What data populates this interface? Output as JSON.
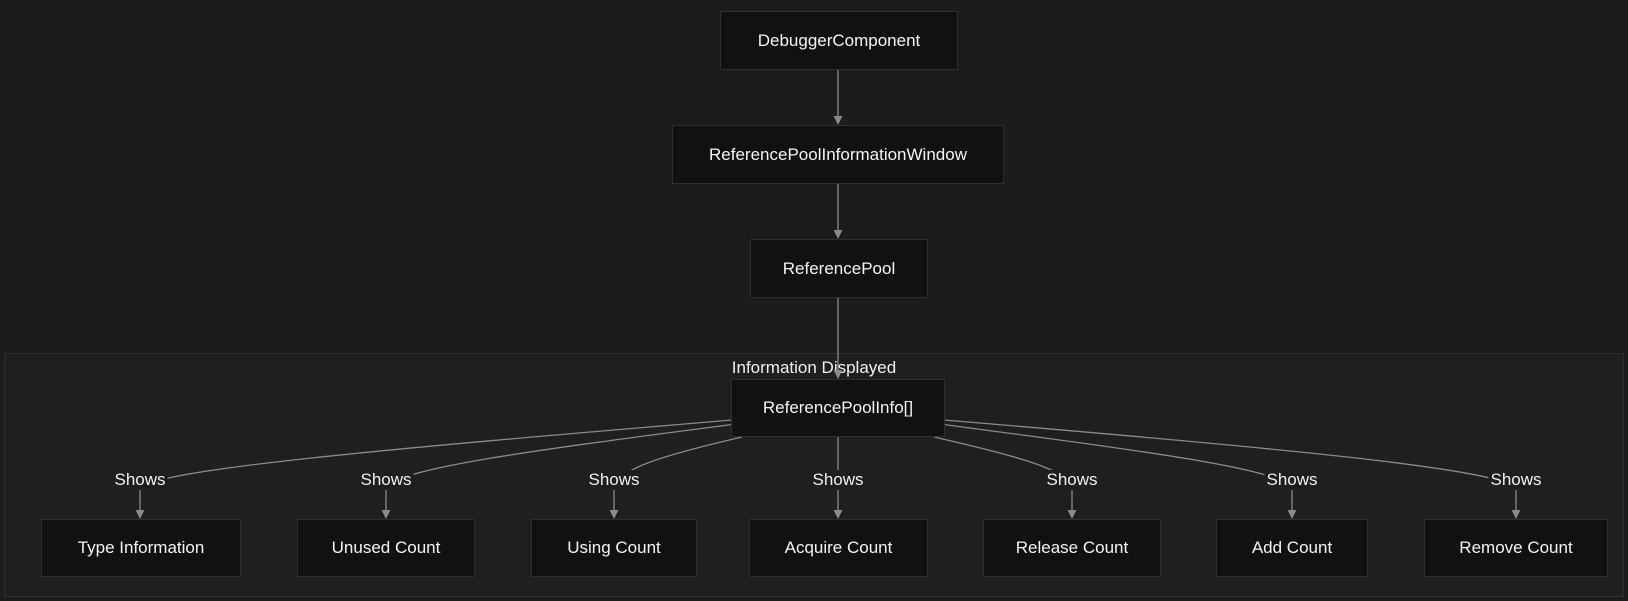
{
  "diagram": {
    "nodes": {
      "debugger_component": "DebuggerComponent",
      "reference_pool_information_window": "ReferencePoolInformationWindow",
      "reference_pool": "ReferencePool",
      "reference_pool_info": "ReferencePoolInfo[]",
      "type_information": "Type Information",
      "unused_count": "Unused Count",
      "using_count": "Using Count",
      "acquire_count": "Acquire Count",
      "release_count": "Release Count",
      "add_count": "Add Count",
      "remove_count": "Remove Count"
    },
    "subgraph_label": "Information Displayed",
    "edge_labels": [
      "Shows",
      "Shows",
      "Shows",
      "Shows",
      "Shows",
      "Shows",
      "Shows"
    ],
    "colors": {
      "background": "#1c1c1c",
      "node_fill": "#111111",
      "node_border": "#2f2f2f",
      "edge": "#8a8a8a",
      "text": "#f4f4f4"
    }
  }
}
